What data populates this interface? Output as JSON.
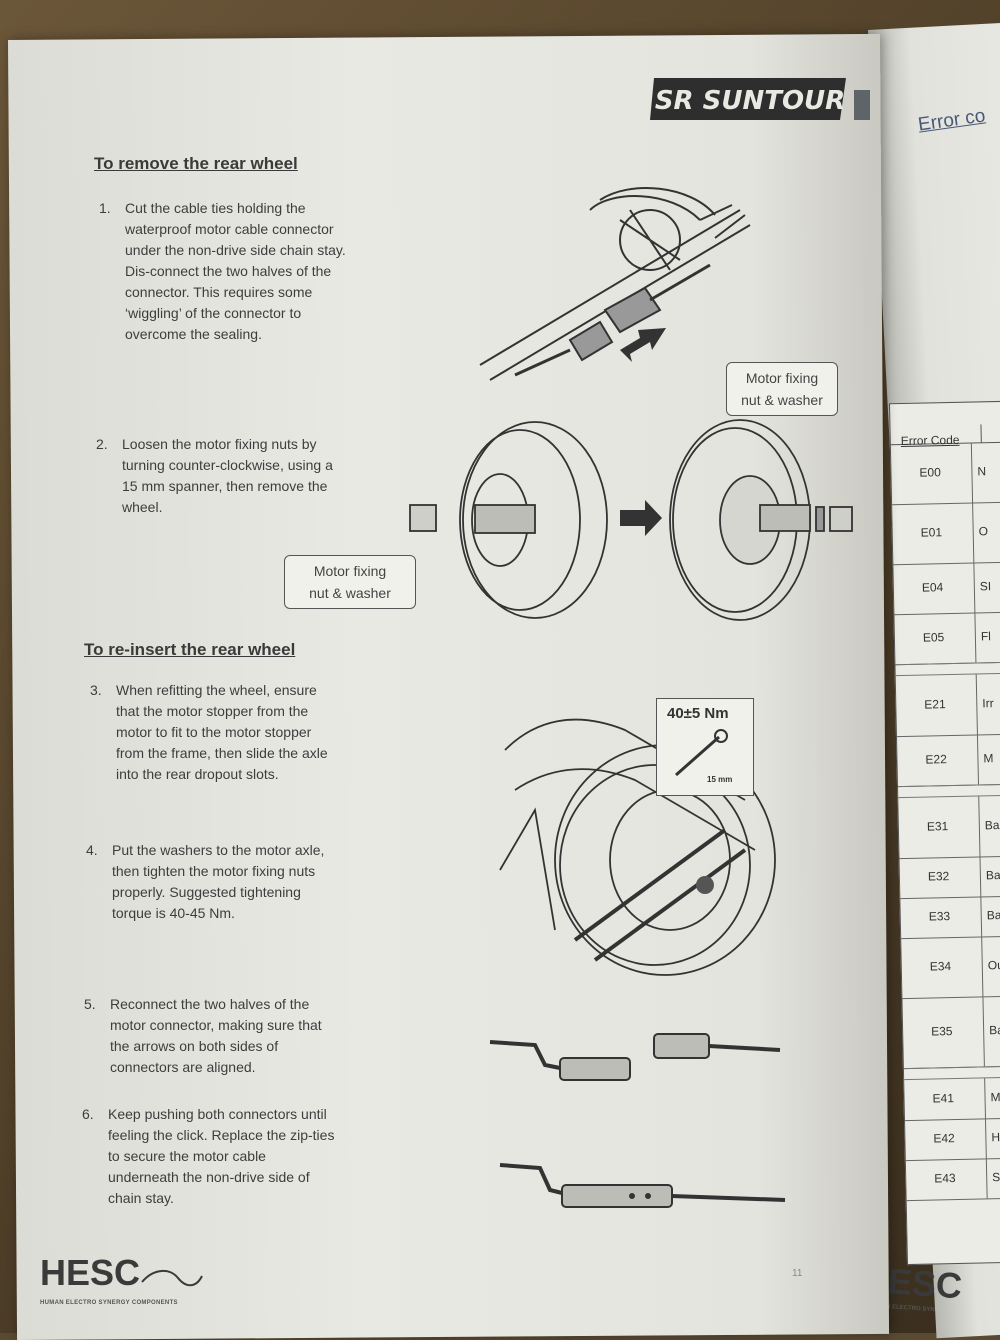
{
  "brand": {
    "logo": "SR SUNTOUR",
    "hesc": "HESC",
    "hesc_tagline": "HUMAN ELECTRO SYNERGY COMPONENTS"
  },
  "page_number": "11",
  "sections": [
    {
      "heading": "To remove the rear wheel"
    },
    {
      "heading": "To re-insert the rear wheel"
    }
  ],
  "steps": [
    {
      "num": "1.",
      "lines": [
        "Cut the cable ties holding the",
        "waterproof motor cable connector",
        "under the non-drive side chain stay.",
        "Dis-connect the two halves of the",
        "connector. This requires some",
        "‘wiggling’ of the connector to",
        "overcome the sealing."
      ]
    },
    {
      "num": "2.",
      "lines": [
        "Loosen the motor fixing nuts by",
        "turning counter-clockwise, using a",
        "15 mm spanner, then remove the",
        "wheel."
      ]
    },
    {
      "num": "3.",
      "lines": [
        "When refitting the wheel, ensure",
        "that the motor stopper from the",
        "motor to fit to the motor stopper",
        "from the frame, then slide the axle",
        "into the rear dropout slots."
      ]
    },
    {
      "num": "4.",
      "lines": [
        "Put the washers to the motor axle,",
        "then tighten the motor fixing nuts",
        "properly. Suggested tightening",
        "torque is 40-45 Nm."
      ]
    },
    {
      "num": "5.",
      "lines": [
        "Reconnect the two halves of the",
        "motor connector, making sure that",
        "the arrows on both sides of",
        "connectors are aligned."
      ]
    },
    {
      "num": "6.",
      "lines": [
        "Keep pushing both connectors until",
        "feeling the click. Replace the zip-ties",
        "to secure the motor cable",
        "underneath the non-drive side of",
        "chain stay."
      ]
    }
  ],
  "callouts": {
    "top_line1": "Motor fixing",
    "top_line2": "nut & washer",
    "bottom_line1": "Motor fixing",
    "bottom_line2": "nut & washer",
    "torque": "40±5 Nm",
    "spanner": "15 mm"
  },
  "right_page": {
    "title": "Error co",
    "header": "Error Code",
    "rows": [
      {
        "code": "E00",
        "desc": "N"
      },
      {
        "code": "E01",
        "desc": "O"
      },
      {
        "code": "E04",
        "desc": "SI"
      },
      {
        "code": "E05",
        "desc": "Fl"
      },
      {
        "code": "E21",
        "desc": "Irr"
      },
      {
        "code": "E22",
        "desc": "M"
      },
      {
        "code": "E31",
        "desc": "Ba"
      },
      {
        "code": "E32",
        "desc": "Ba"
      },
      {
        "code": "E33",
        "desc": "Ba"
      },
      {
        "code": "E34",
        "desc": "Ou"
      },
      {
        "code": "E35",
        "desc": "Ba"
      },
      {
        "code": "E41",
        "desc": "Mo"
      },
      {
        "code": "E42",
        "desc": "HA"
      },
      {
        "code": "E43",
        "desc": "Spe"
      }
    ],
    "hesc": "HESC",
    "hesc_tagline": "HUMAN ELECTRO SYN"
  }
}
